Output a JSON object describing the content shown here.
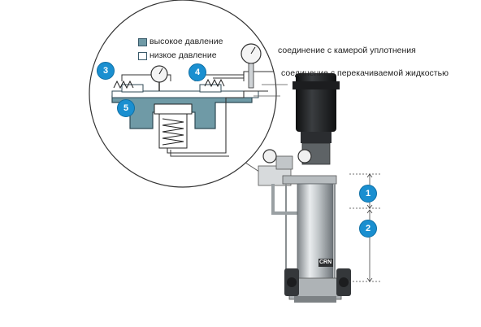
{
  "legend": {
    "high_pressure": "высокое давление",
    "low_pressure": "низкое давление"
  },
  "callouts": {
    "seal_chamber": "соединение с камерой уплотнения",
    "pumped_liquid": "соединение с перекачиваемой жидкостью"
  },
  "badges": {
    "b1": "1",
    "b2": "2",
    "b3": "3",
    "b4": "4",
    "b5": "5"
  },
  "pump_brand": "CRN",
  "colors": {
    "high_pressure": "#6f9aa6",
    "low_pressure": "#ffffff",
    "badge": "#1a8fd0"
  }
}
